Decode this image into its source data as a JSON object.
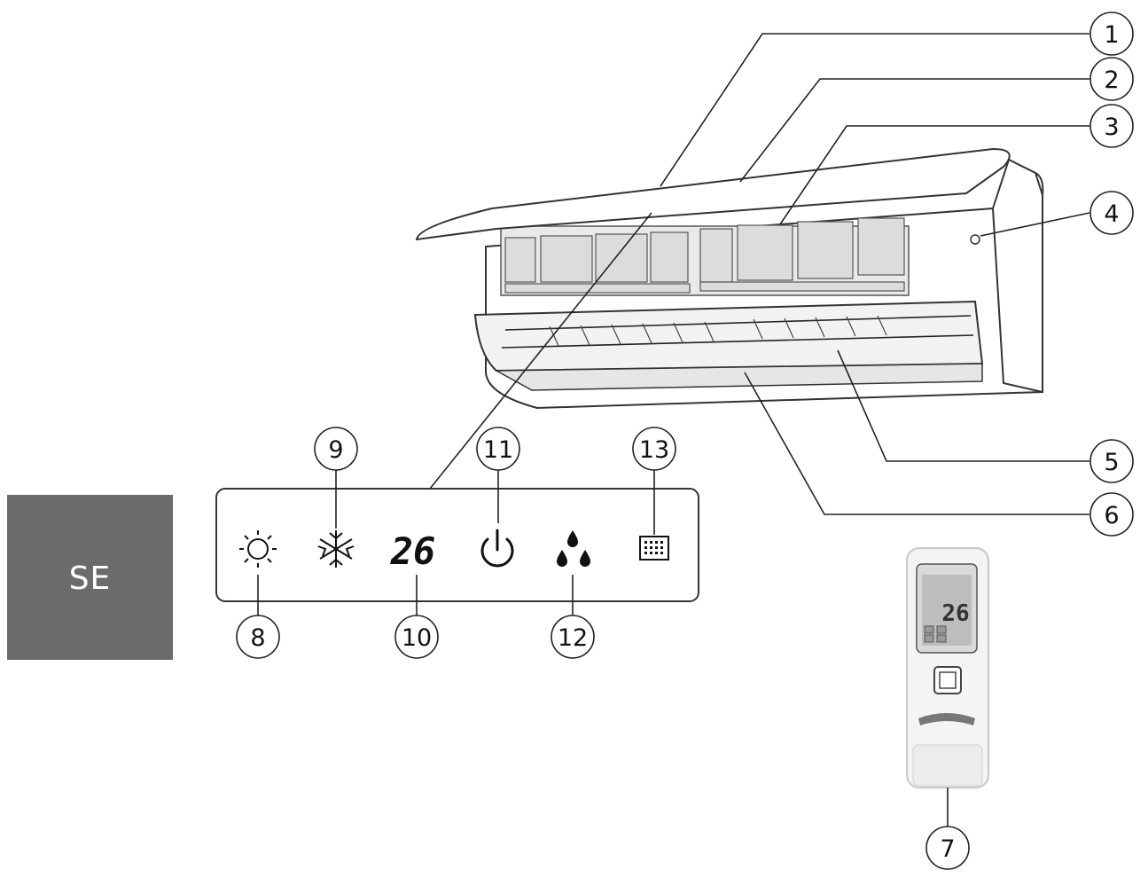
{
  "language_label": "SE",
  "display_temperature": "26",
  "callouts": [
    "1",
    "2",
    "3",
    "4",
    "5",
    "6",
    "7",
    "8",
    "9",
    "10",
    "11",
    "12",
    "13"
  ],
  "remote": {
    "display_temperature": "26"
  },
  "colors": {
    "label_box": "#6b6b6b",
    "stroke": "#222222"
  }
}
